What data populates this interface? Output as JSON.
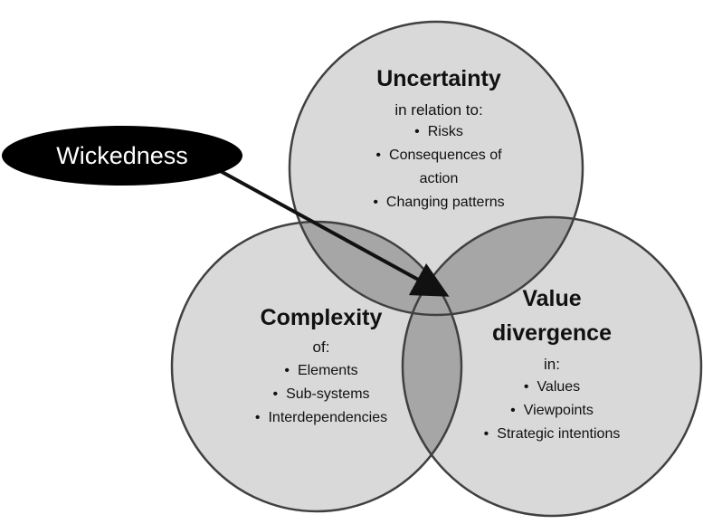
{
  "wickedness": {
    "label": "Wickedness"
  },
  "uncertainty": {
    "title": "Uncertainty",
    "subtitle": "in relation to:",
    "items": [
      "Risks",
      "Consequences of",
      "action",
      "Changing patterns"
    ]
  },
  "complexity": {
    "title": "Complexity",
    "subtitle": "of:",
    "items": [
      "Elements",
      "Sub-systems",
      "Interdependencies"
    ]
  },
  "value_divergence": {
    "title_line1": "Value",
    "title_line2": "divergence",
    "subtitle": "in:",
    "items": [
      "Values",
      "Viewpoints",
      "Strategic intentions"
    ]
  },
  "colors": {
    "circle_fill": "#d9d9d9",
    "overlap_fill": "#a6a6a6",
    "outline": "#404040",
    "ellipse_fill": "#000000",
    "arrow": "#111111"
  }
}
